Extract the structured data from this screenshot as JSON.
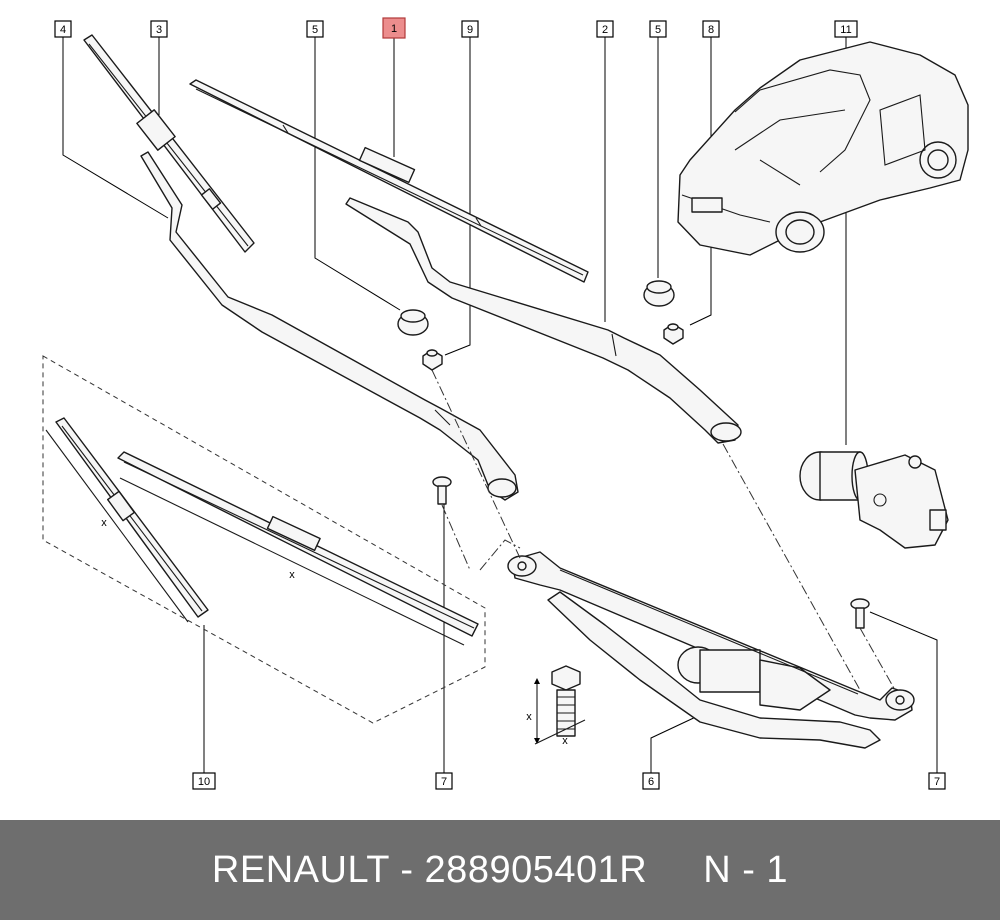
{
  "callouts": {
    "c1": "1",
    "c2": "2",
    "c3": "3",
    "c4": "4",
    "c5a": "5",
    "c5b": "5",
    "c6": "6",
    "c7a": "7",
    "c7b": "7",
    "c8": "8",
    "c9": "9",
    "c10": "10",
    "c11": "11"
  },
  "dimension_labels": {
    "x_blade_short": "x",
    "x_blade_long": "x",
    "x_bolt_len": "x",
    "x_bolt_thread": "x"
  },
  "footer": {
    "text": "RENAULT - 288905401R",
    "page": "N - 1"
  },
  "colors": {
    "highlight": "#ec8d8d",
    "footer_bg": "#6e6e6e"
  }
}
